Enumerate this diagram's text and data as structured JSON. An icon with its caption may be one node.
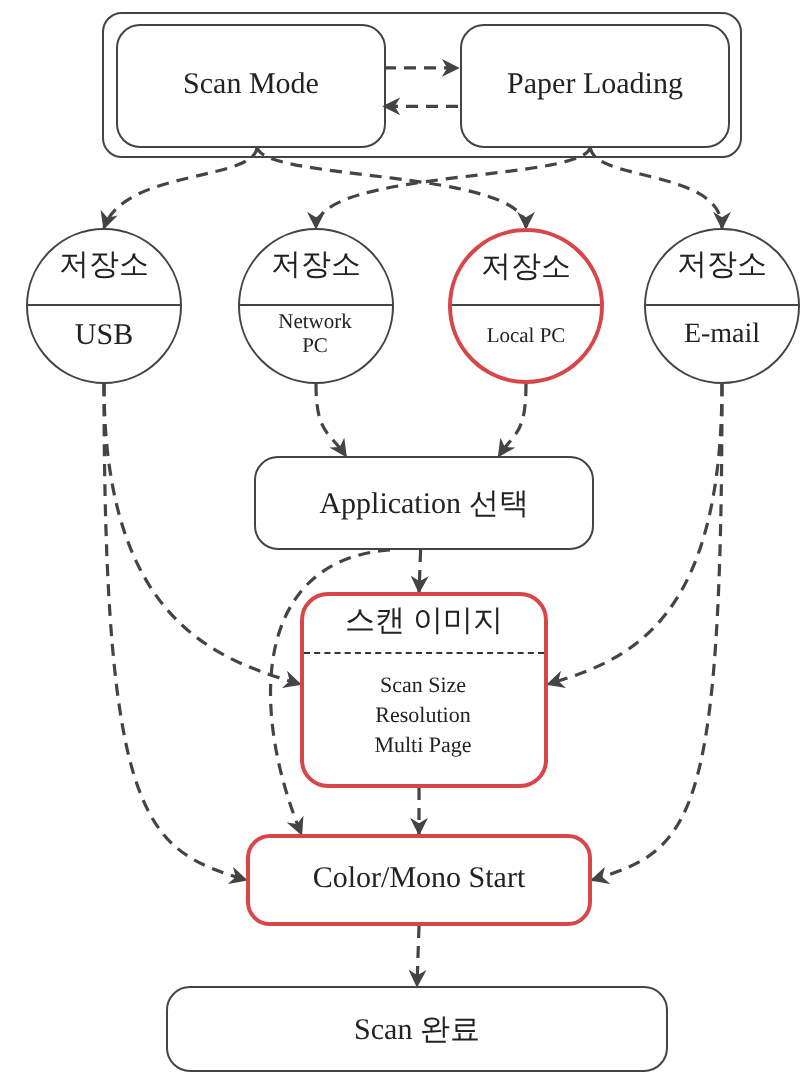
{
  "diagram": {
    "nodes": [
      {
        "text": [],
        "shape": "box"
      },
      {
        "text": [
          "Scan Mode"
        ],
        "in": 0
      },
      {
        "text": [
          "Paper Loading"
        ],
        "in": 0
      },
      {
        "text": [
          "저장소",
          "USB"
        ]
      },
      {
        "text": [
          "저장소",
          "Network PC"
        ]
      },
      {
        "text": [
          "저장소",
          "Local PC"
        ]
      },
      {
        "text": [
          "저장소",
          "E-mail"
        ]
      },
      {
        "text": [
          "Application 선택"
        ]
      },
      {
        "text": [
          "스캔 이미지",
          "Scan Size Resolution Multi Page"
        ]
      },
      {
        "text": [
          "Color/Mono Start"
        ]
      },
      {
        "text": [
          "Scan 완료"
        ]
      }
    ],
    "edges": [
      {
        "from": 1,
        "to": 2,
        "arrow": "to",
        "style": "dashed"
      },
      {
        "from": 2,
        "to": 1,
        "arrow": "to",
        "style": "dashed"
      },
      {
        "from": 1,
        "to": 3,
        "arrow": "to",
        "style": "dashed"
      },
      {
        "from": 1,
        "to": 5,
        "arrow": "to",
        "style": "dashed"
      },
      {
        "from": 2,
        "to": 4,
        "arrow": "to",
        "style": "dashed"
      },
      {
        "from": 2,
        "to": 6,
        "arrow": "to",
        "style": "dashed"
      },
      {
        "from": 4,
        "to": 7,
        "arrow": "to",
        "style": "dashed"
      },
      {
        "from": 5,
        "to": 7,
        "arrow": "to",
        "style": "dashed"
      },
      {
        "from": 3,
        "to": 8,
        "arrow": "to",
        "style": "dashed"
      },
      {
        "from": 3,
        "to": 9,
        "arrow": "to",
        "style": "dashed"
      },
      {
        "from": 6,
        "to": 8,
        "arrow": "to",
        "style": "dashed"
      },
      {
        "from": 6,
        "to": 9,
        "arrow": "to",
        "style": "dashed"
      },
      {
        "from": 7,
        "to": 8,
        "arrow": "to",
        "style": "dashed"
      },
      {
        "from": 7,
        "to": 9,
        "arrow": "to",
        "style": "dashed"
      },
      {
        "from": 8,
        "to": 9,
        "arrow": "to",
        "style": "dashed"
      },
      {
        "from": 9,
        "to": 10,
        "arrow": "to",
        "style": "dashed"
      }
    ]
  }
}
